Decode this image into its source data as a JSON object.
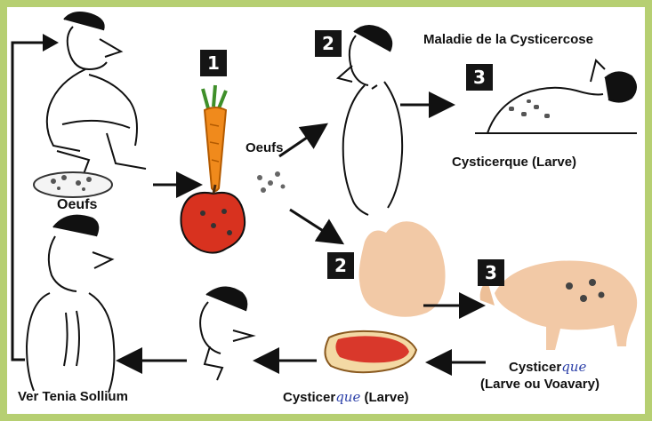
{
  "colors": {
    "frame": "#b6cf72",
    "background": "#ffffff",
    "arrow": "#111111",
    "badge": "#151515",
    "pig": "#f2c9a6",
    "meat": "#d9382b",
    "carrot": "#f08a1c",
    "apple": "#d8321f",
    "handwriting": "#2b3fa8"
  },
  "title": "Maladie de la Cysticercose",
  "badges": {
    "carrot": "1",
    "human_top": "2",
    "human_cyst": "3",
    "pig_head": "2",
    "pig": "3"
  },
  "labels": {
    "eggs_left": "Oeufs",
    "eggs_right": "Oeufs",
    "larva_human": "Cysticerque (Larve)",
    "adult_worm": "Ver Tenia Sollium",
    "meat_larva_printed": "Cysticer",
    "meat_larva_handwritten": "que",
    "meat_larva_suffix": "(Larve)",
    "pig_larva_printed": "Cysticer",
    "pig_larva_handwritten": "que",
    "pig_larva_line2": "(Larve ou Voavary)"
  },
  "icons": [
    "squatting-person-icon",
    "carrot-icon",
    "apple-icon",
    "standing-person-icon",
    "lying-person-icon",
    "pig-head-icon",
    "pig-icon",
    "meat-steak-icon",
    "eating-person-icon",
    "sick-person-icon",
    "arrow-icon"
  ]
}
